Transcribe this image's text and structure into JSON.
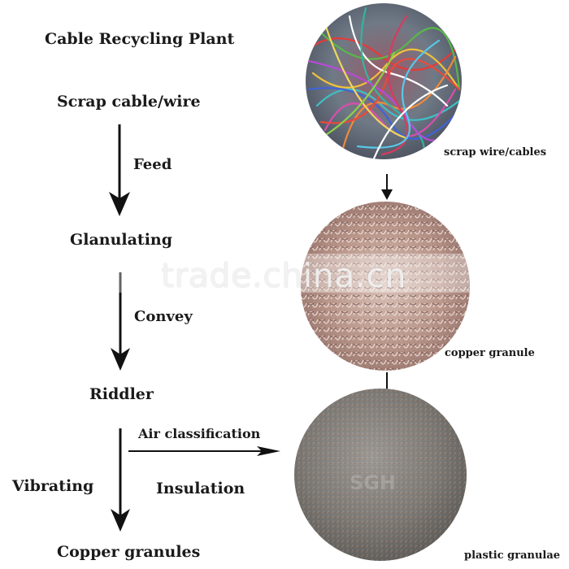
{
  "title": "Cable Recycling Plant",
  "steps": {
    "scrap": "Scrap cable/wire",
    "feed": "Feed",
    "granulating": "Glanulating",
    "convey": "Convey",
    "riddler": "Riddler",
    "air": "Air  classification",
    "vibrating": "Vibrating",
    "insulation": "Insulation",
    "copper": "Copper granules"
  },
  "photos": {
    "wire_caption": "scrap wire/cables",
    "copper_caption": "copper granule",
    "plastic_caption": "plastic granulae"
  },
  "watermark": "trade.china.cn"
}
